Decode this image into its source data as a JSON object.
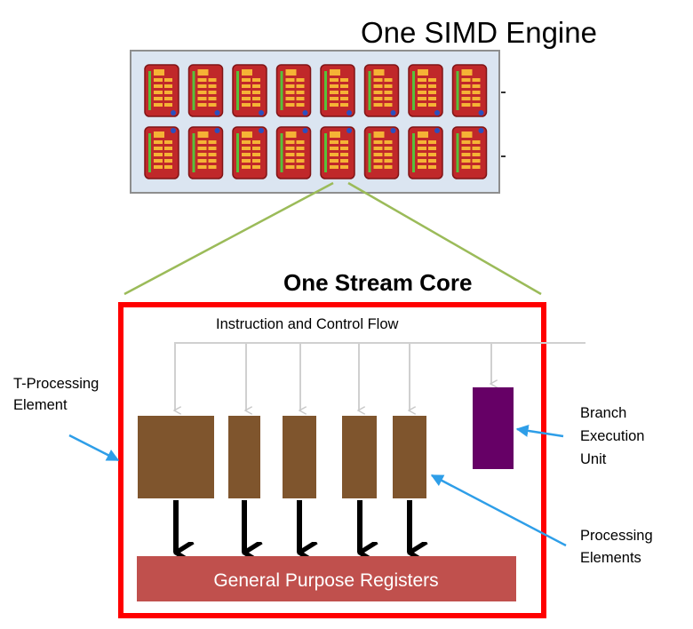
{
  "engine": {
    "title": "One SIMD Engine",
    "rows": 2,
    "cores_per_row": 8,
    "colors": {
      "panel_fill": "#dbe5f1",
      "panel_stroke": "#8e8e8e",
      "core_fill": "#c0282a",
      "core_stroke": "#7f1416",
      "pad_fill": "#f5b335",
      "bar_fill": "#57c13a",
      "dot_fill": "#2a4fbf"
    }
  },
  "zoom_lines_color": "#9bbb59",
  "core": {
    "title": "One Stream Core",
    "frame_color": "#ff0000",
    "control_flow_label": "Instruction and Control Flow",
    "control_flow_color": "#d9d9d9",
    "element_color": "#7f552d",
    "element_count": 5,
    "branch_color": "#660066",
    "register_label": "General Purpose Registers",
    "register_color": "#c0504d",
    "register_text_color": "#ffffff"
  },
  "callouts": {
    "arrow_color": "#2e9ee8",
    "t_element": [
      "T-Processing",
      "Element"
    ],
    "branch_unit": [
      "Branch",
      "Execution",
      "Unit"
    ],
    "processing_elements": [
      "Processing",
      "Elements"
    ]
  }
}
